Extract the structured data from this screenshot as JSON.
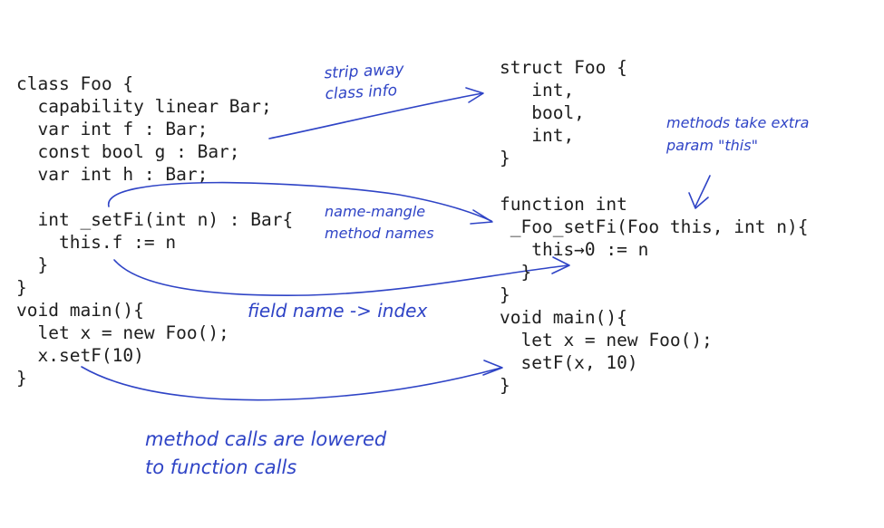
{
  "left_code": [
    "class Foo {",
    "  capability linear Bar;",
    "  var int f : Bar;",
    "  const bool g : Bar;",
    "  var int h : Bar;",
    "",
    "  int _setFi(int n) : Bar{",
    "    this.f := n",
    "  }",
    "}",
    "void main(){",
    "  let x = new Foo();",
    "  x.setF(10)",
    "}"
  ],
  "right_struct": [
    "struct Foo {",
    "   int,",
    "   bool,",
    "   int,",
    "}"
  ],
  "right_function": [
    "function int",
    " _Foo_setFi(Foo this, int n){",
    "   this→0 := n",
    "  }",
    "}",
    "void main(){",
    "  let x = new Foo();",
    "  setF(x, 10)",
    "}"
  ],
  "annotations": {
    "strip_class_info": [
      "strip away",
      "class info"
    ],
    "name_mangle": [
      "name-mangle",
      "method names"
    ],
    "field_to_index": [
      "field name -> index"
    ],
    "methods_this": [
      "methods take extra",
      "param \"this\""
    ],
    "method_calls": [
      "method calls are lowered",
      "to function calls"
    ]
  },
  "colors": {
    "code_text": "#1e1e1e",
    "annotation_ink": "#2f44c6",
    "background": "#ffffff"
  }
}
